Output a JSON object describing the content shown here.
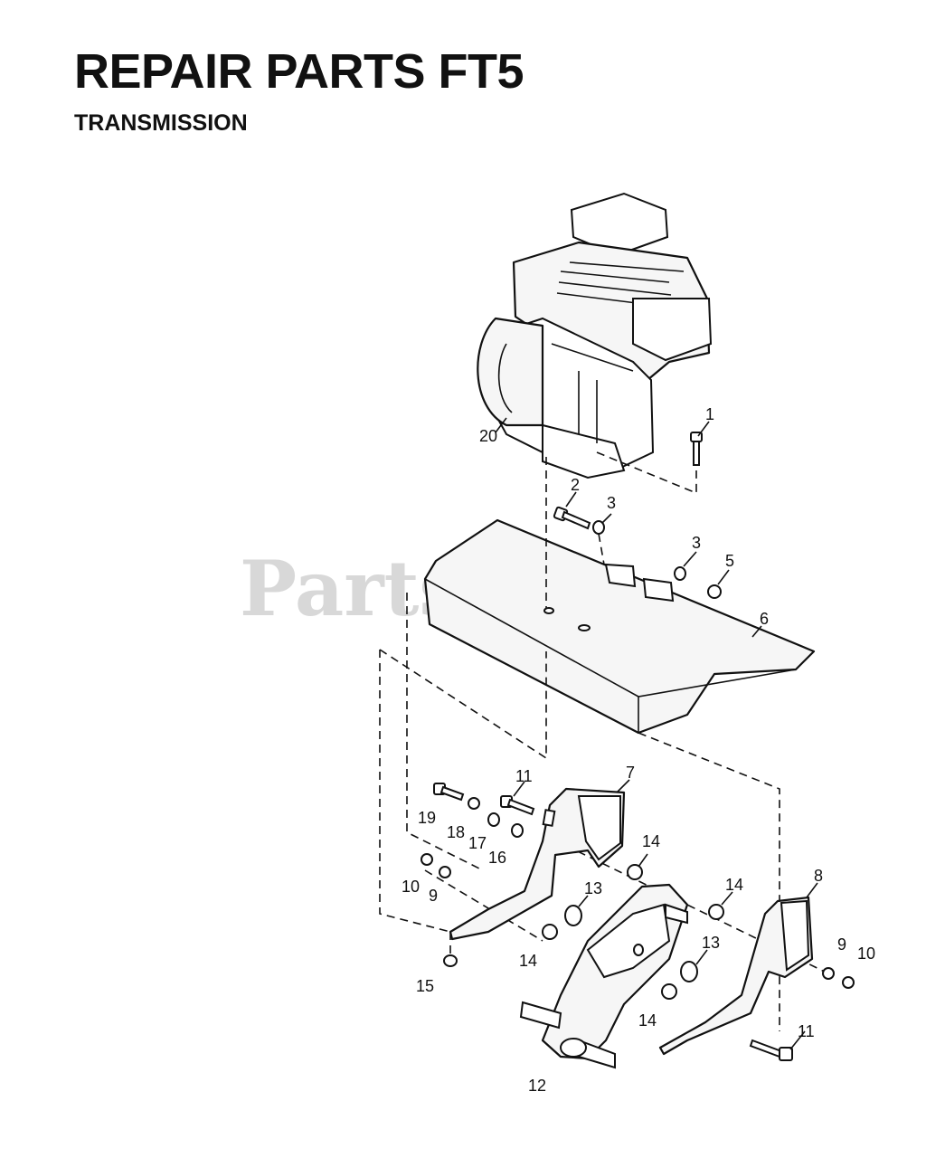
{
  "header": {
    "title": "REPAIR PARTS FT5",
    "subtitle": "TRANSMISSION"
  },
  "watermark": "PartsTree",
  "diagram": {
    "callouts": [
      {
        "id": "c1",
        "label": "1"
      },
      {
        "id": "c2",
        "label": "2"
      },
      {
        "id": "c3a",
        "label": "3"
      },
      {
        "id": "c3b",
        "label": "3"
      },
      {
        "id": "c5",
        "label": "5"
      },
      {
        "id": "c6",
        "label": "6"
      },
      {
        "id": "c7",
        "label": "7"
      },
      {
        "id": "c8",
        "label": "8"
      },
      {
        "id": "c9a",
        "label": "9"
      },
      {
        "id": "c9b",
        "label": "9"
      },
      {
        "id": "c10a",
        "label": "10"
      },
      {
        "id": "c10b",
        "label": "10"
      },
      {
        "id": "c11a",
        "label": "11"
      },
      {
        "id": "c11b",
        "label": "11"
      },
      {
        "id": "c12",
        "label": "12"
      },
      {
        "id": "c13a",
        "label": "13"
      },
      {
        "id": "c13b",
        "label": "13"
      },
      {
        "id": "c14a",
        "label": "14"
      },
      {
        "id": "c14b",
        "label": "14"
      },
      {
        "id": "c14c",
        "label": "14"
      },
      {
        "id": "c14d",
        "label": "14"
      },
      {
        "id": "c15",
        "label": "15"
      },
      {
        "id": "c16",
        "label": "16"
      },
      {
        "id": "c17",
        "label": "17"
      },
      {
        "id": "c18",
        "label": "18"
      },
      {
        "id": "c19",
        "label": "19"
      },
      {
        "id": "c20",
        "label": "20"
      }
    ]
  }
}
